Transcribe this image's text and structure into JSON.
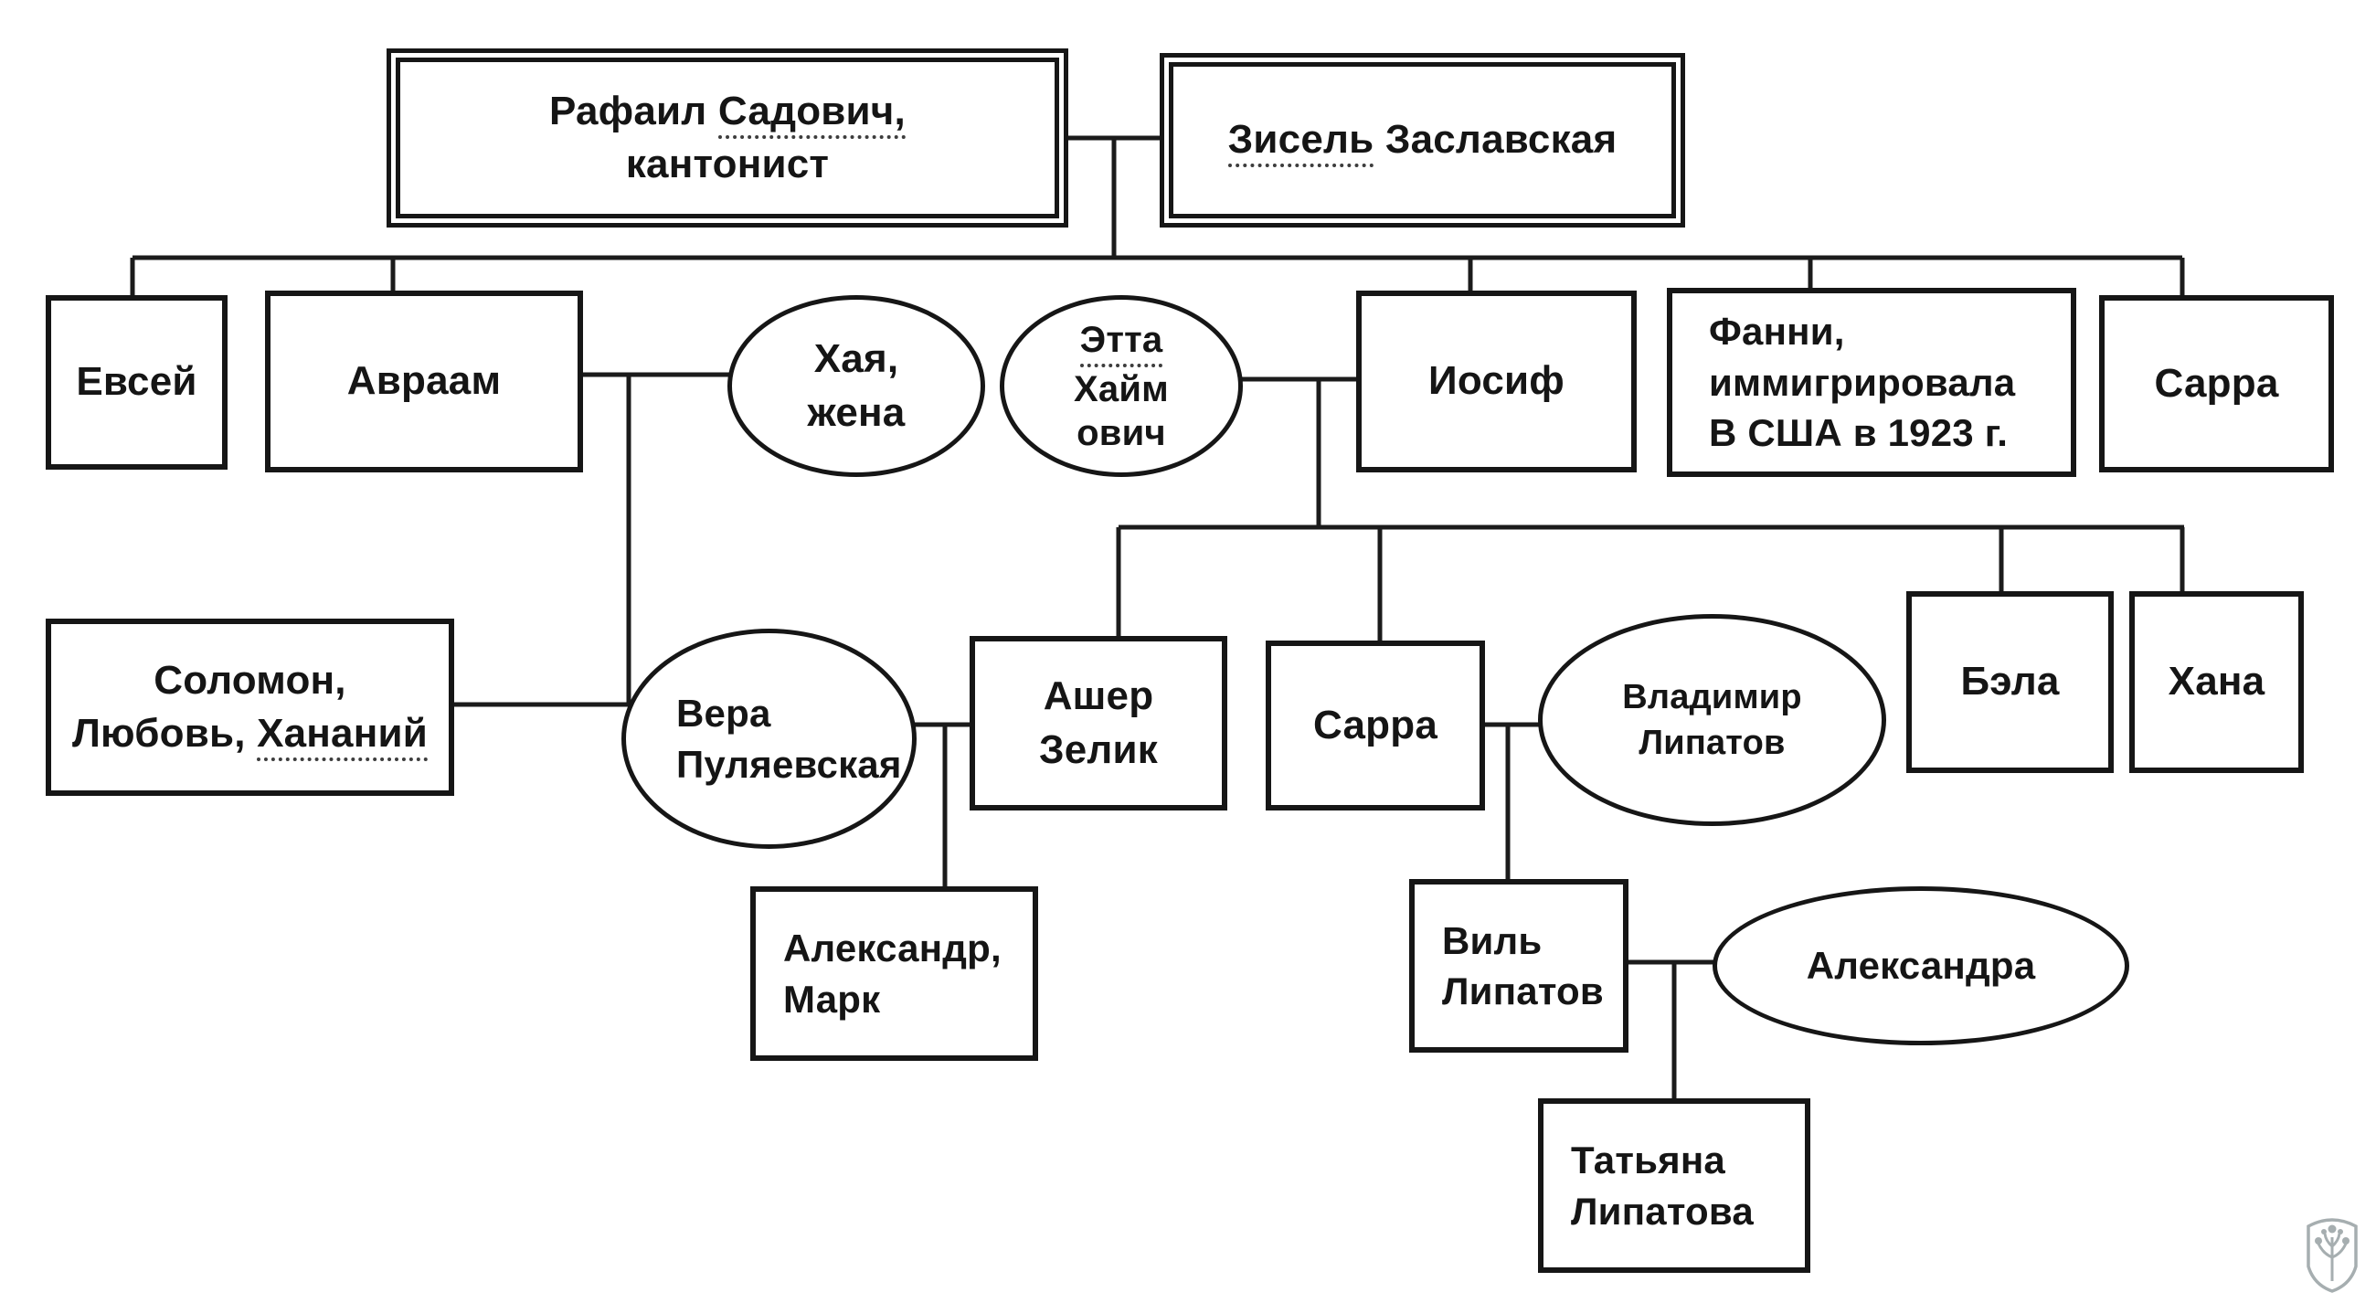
{
  "diagram": {
    "type": "family-tree",
    "language": "ru"
  },
  "colors": {
    "background": "#ffffff",
    "border": "#161616",
    "line": "#1b1b1b",
    "text": "#151515",
    "watermark": "#97a0a3"
  },
  "nodes": {
    "rafail": {
      "line1_pre": "Рафаил ",
      "line1_u": "Садович,",
      "line2": "кантонист"
    },
    "zisel": {
      "part_u": "Зисель",
      "part_rest": " Заславская"
    },
    "evsey": {
      "label": "Евсей"
    },
    "avraam": {
      "label": "Авраам"
    },
    "haya": {
      "line1": "Хая,",
      "line2": "жена"
    },
    "etta": {
      "line1_u": "Этта",
      "line2": "Хайм",
      "line3": "ович"
    },
    "iosif": {
      "label": "Иосиф"
    },
    "fanni": {
      "line1": "Фанни,",
      "line2": "иммигрировала",
      "line3": "В США в 1923 г."
    },
    "sarra_sr": {
      "label": "Сарра"
    },
    "solomon": {
      "line1": "Соломон,",
      "line2_pre": "Любовь, ",
      "line2_u": "Хананий"
    },
    "vera": {
      "line1": "Вера",
      "line2": "Пуляевская"
    },
    "asher": {
      "line1": "Ашер",
      "line2": "Зелик"
    },
    "sarra_jr": {
      "label": "Сарра"
    },
    "vladimir": {
      "line1": "Владимир",
      "line2": "Липатов"
    },
    "bela": {
      "label": "Бэла"
    },
    "hana": {
      "label": "Хана"
    },
    "aleksandr_mark": {
      "line1": "Александр,",
      "line2": "Марк"
    },
    "vil": {
      "line1": "Виль",
      "line2": "Липатов"
    },
    "aleksandra": {
      "label": "Александра"
    },
    "tatyana": {
      "line1": "Татьяна",
      "line2": "Липатова"
    }
  }
}
